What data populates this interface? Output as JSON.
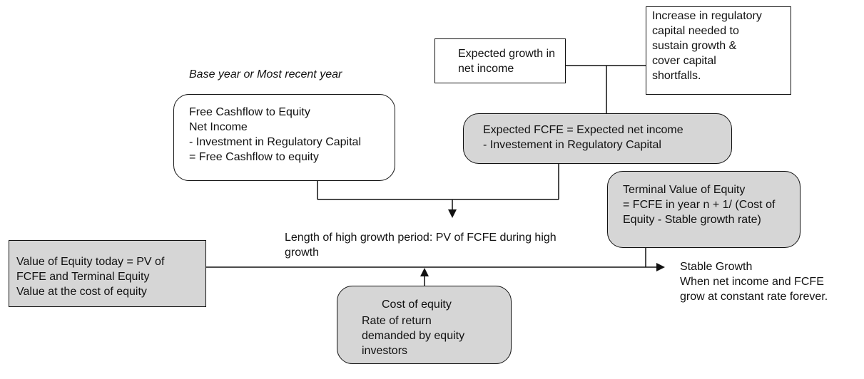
{
  "base_year_label": "Base year or Most recent year",
  "fcfe_base_box": {
    "lines": [
      "Free Cashflow to Equity",
      "Net Income",
      "- Investment in Regulatory Capital",
      "= Free Cashflow to equity"
    ]
  },
  "growth_box": {
    "lines": [
      "Expected growth in",
      "net income"
    ]
  },
  "reg_capital_box": {
    "lines": [
      "Increase in regulatory",
      "capital needed to",
      "sustain growth &",
      "cover capital",
      "shortfalls."
    ]
  },
  "expected_fcfe_box": {
    "lines": [
      "Expected FCFE = Expected net income",
      "- Investement in Regulatory Capital"
    ]
  },
  "terminal_box": {
    "lines": [
      "Terminal Value of Equity",
      "= FCFE in year n + 1/ (Cost of",
      "Equity - Stable growth rate)"
    ]
  },
  "high_growth_label": {
    "lines": [
      "Length of high growth period: PV of FCFE during high",
      "growth"
    ]
  },
  "value_box": {
    "lines": [
      "Value of Equity today = PV of",
      "FCFE and Terminal Equity",
      "Value at the cost of equity"
    ]
  },
  "stable_growth_label": {
    "lines": [
      "Stable Growth",
      "When net income and FCFE",
      "grow at constant rate forever."
    ]
  },
  "cost_equity_box": {
    "title": "Cost of equity",
    "lines": [
      "Rate of return",
      "demanded by equity",
      "investors"
    ]
  }
}
